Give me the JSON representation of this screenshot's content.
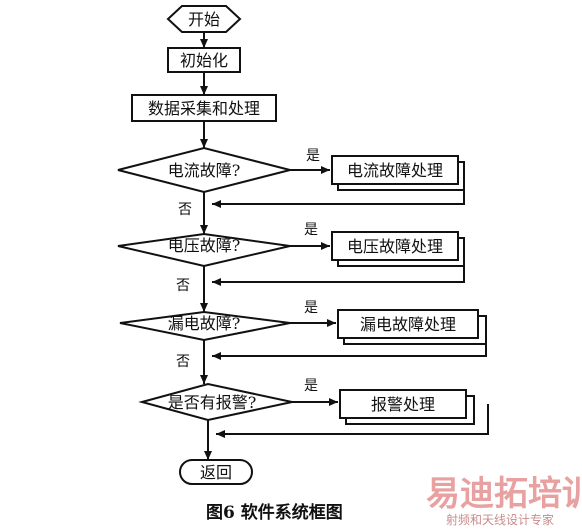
{
  "nodes": {
    "start": "开始",
    "init": "初始化",
    "acquire": "数据采集和处理",
    "current_fault_q": "电流故障?",
    "current_fault_handle": "电流故障处理",
    "voltage_fault_q": "电压故障?",
    "voltage_fault_handle": "电压故障处理",
    "leakage_fault_q": "漏电故障?",
    "leakage_fault_handle": "漏电故障处理",
    "alarm_q": "是否有报警?",
    "alarm_handle": "报警处理",
    "return": "返回"
  },
  "labels": {
    "yes": "是",
    "no": "否"
  },
  "caption": "图6   软件系统框图",
  "watermark": {
    "main": "易迪拓培训",
    "sub": "射频和天线设计专家"
  }
}
